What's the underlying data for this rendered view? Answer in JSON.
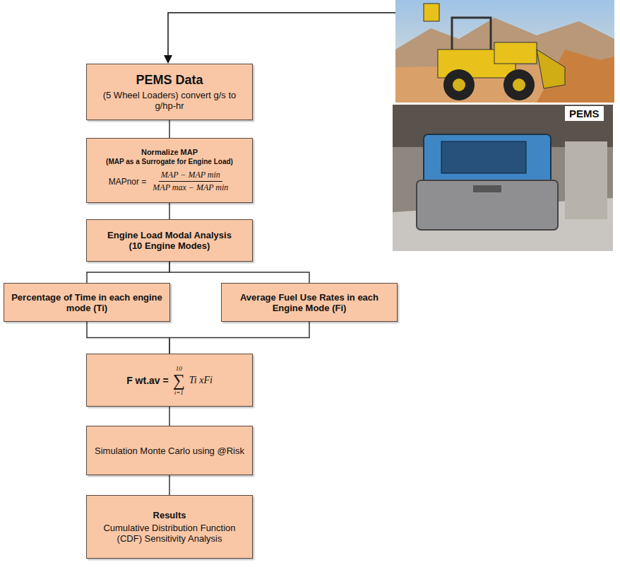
{
  "diagram": {
    "nodes": [
      {
        "text": [
          "PEMS Data",
          "(5 Wheel Loaders) convert g/s to g/hp-hr"
        ]
      },
      {
        "text": [
          "Normalize MAP",
          "(MAP as a Surrogate for Engine Load)",
          "MAPnor =",
          "MAP − MAP min",
          "MAP max − MAP min"
        ]
      },
      {
        "text": [
          "Engine Load Modal Analysis",
          "(10 Engine Modes)"
        ]
      },
      {
        "text": [
          "Percentage of Time in each engine mode (Ti)"
        ]
      },
      {
        "text": [
          "Average Fuel Use Rates in each Engine Mode (Fi)"
        ]
      },
      {
        "text": [
          "F wt.av =",
          "10",
          "∑",
          "i=1",
          "Ti xFi"
        ]
      },
      {
        "text": [
          "Simulation Monte Carlo using @Risk"
        ]
      },
      {
        "text": [
          "Results",
          "Cumulative Distribution Function (CDF) Sensitivity Analysis"
        ]
      }
    ],
    "edges": [
      {
        "from": 0,
        "to": 1,
        "arrow": "none"
      },
      {
        "from": 1,
        "to": 2,
        "arrow": "none"
      },
      {
        "from": 2,
        "to": 3,
        "arrow": "none"
      },
      {
        "from": 2,
        "to": 4,
        "arrow": "none"
      },
      {
        "from": 3,
        "to": 5,
        "arrow": "none"
      },
      {
        "from": 4,
        "to": 5,
        "arrow": "none"
      },
      {
        "from": 5,
        "to": 6,
        "arrow": "none"
      },
      {
        "from": 6,
        "to": 7,
        "arrow": "none"
      }
    ],
    "labels": [
      "PEMS"
    ]
  }
}
